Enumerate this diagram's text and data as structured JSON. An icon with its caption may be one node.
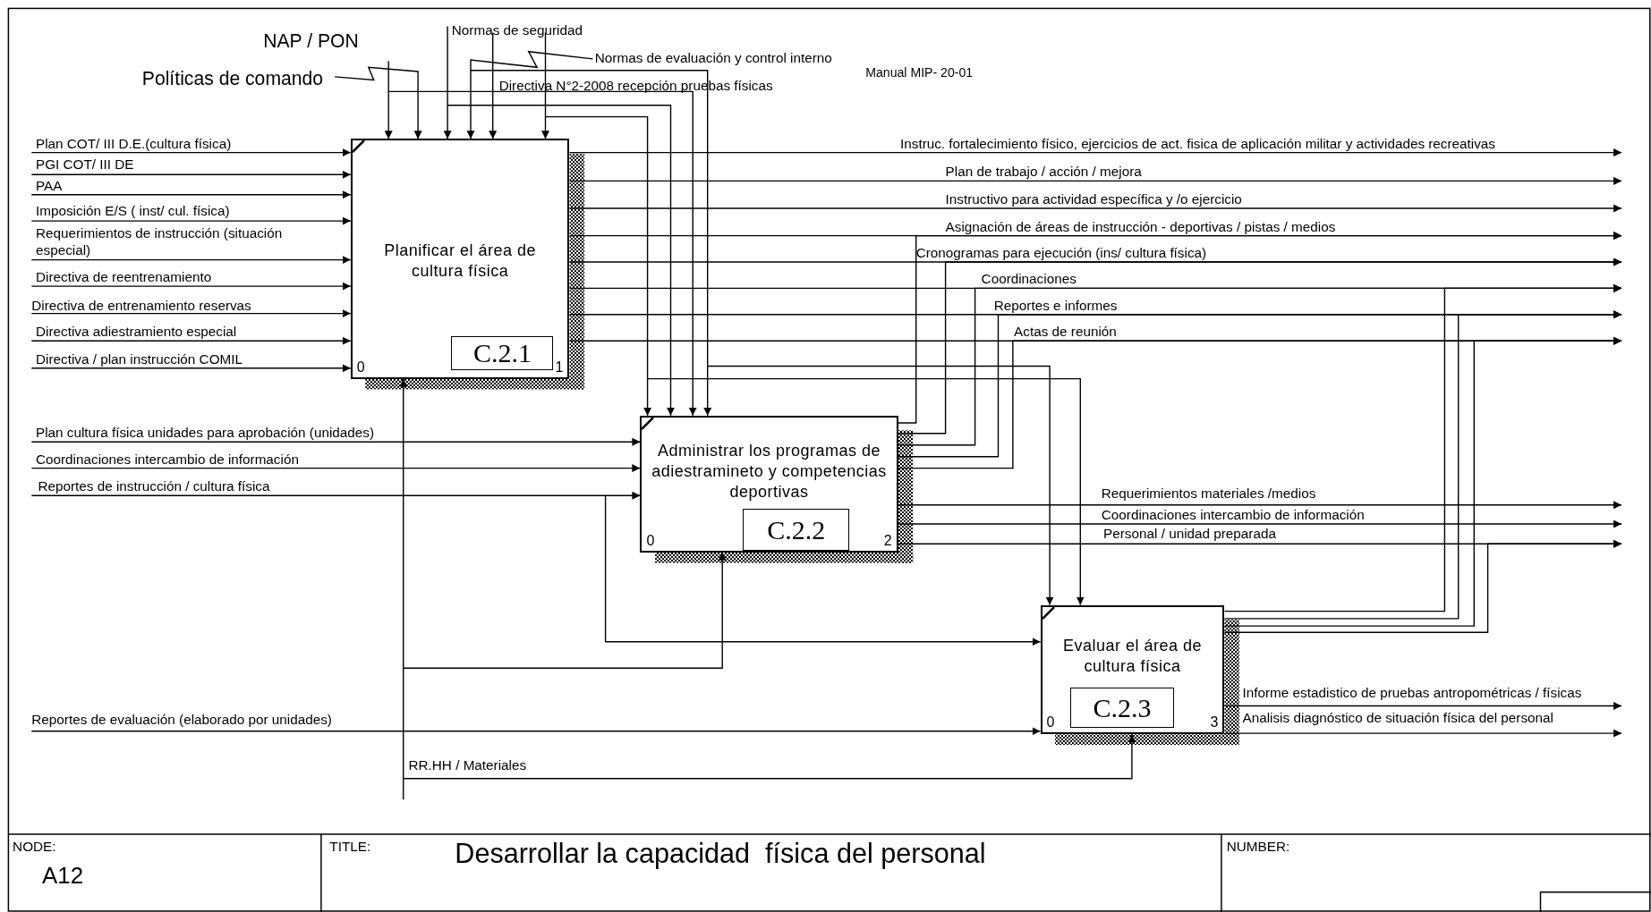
{
  "diagram": {
    "title": "Desarrollar la capacidad  física del personal",
    "nodes": [
      {
        "text": [
          "Planificar el área de cultura física",
          "0",
          "C.2.1",
          "1"
        ]
      },
      {
        "text": [
          "Administrar los programas de adiestramineto y competencias deportivas",
          "0",
          "C.2.2",
          "2"
        ]
      },
      {
        "text": [
          "Evaluar el área de cultura física",
          "0",
          "C.2.3",
          "3"
        ]
      }
    ],
    "edges": [
      {
        "from": null,
        "to": 0,
        "arrow": "to",
        "label": "NAP / PON"
      },
      {
        "from": null,
        "to": 0,
        "arrow": "to",
        "label": "Políticas de comando"
      },
      {
        "from": null,
        "to": 0,
        "arrow": "to",
        "label": "Normas de seguridad"
      },
      {
        "from": null,
        "to": 0,
        "arrow": "to",
        "label": "Normas de evaluación y control interno"
      },
      {
        "from": null,
        "to": 0,
        "arrow": "to",
        "label": "Directiva N°2-2008 recepción pruebas físicas"
      },
      {
        "from": null,
        "to": 0,
        "arrow": "to"
      },
      {
        "from": null,
        "to": 0,
        "arrow": "to",
        "label": "Plan COT/ III D.E.(cultura física)"
      },
      {
        "from": null,
        "to": 0,
        "arrow": "to",
        "label": "PGI COT/ III DE"
      },
      {
        "from": null,
        "to": 0,
        "arrow": "to",
        "label": "PAA"
      },
      {
        "from": null,
        "to": 0,
        "arrow": "to",
        "label": "Imposición E/S ( inst/ cul. física)"
      },
      {
        "from": null,
        "to": 0,
        "arrow": "to",
        "label": "Requerimientos de instrucción (situación especial)"
      },
      {
        "from": null,
        "to": 0,
        "arrow": "to",
        "label": "Directiva de reentrenamiento"
      },
      {
        "from": null,
        "to": 0,
        "arrow": "to",
        "label": "Directiva de entrenamiento reservas"
      },
      {
        "from": null,
        "to": 0,
        "arrow": "to",
        "label": "Directiva adiestramiento especial"
      },
      {
        "from": null,
        "to": 0,
        "arrow": "to",
        "label": "Directiva / plan instrucción COMIL"
      },
      {
        "from": null,
        "to": 0,
        "arrow": "to",
        "label": "RR.HH / Materiales"
      },
      {
        "from": 0,
        "to": null,
        "arrow": "to",
        "label": "Instruc. fortalecimiento físico, ejercicios de act. fisica de aplicación militar y actividades recreativas"
      },
      {
        "from": 0,
        "to": null,
        "arrow": "to",
        "label": "Plan de trabajo / acción / mejora"
      },
      {
        "from": 0,
        "to": null,
        "arrow": "to",
        "label": "Instructivo para actividad específica y /o ejercicio"
      },
      {
        "from": 0,
        "to": null,
        "arrow": "to",
        "label": "Asignación de áreas de instrucción - deportivas / pistas / medios"
      },
      {
        "from": 0,
        "to": null,
        "arrow": "to",
        "label": "Cronogramas para ejecución (ins/ cultura física)"
      },
      {
        "from": 0,
        "to": null,
        "arrow": "to",
        "label": "Coordinaciones"
      },
      {
        "from": 0,
        "to": null,
        "arrow": "to",
        "label": "Reportes e informes"
      },
      {
        "from": 0,
        "to": null,
        "arrow": "to",
        "label": "Actas de reunión"
      },
      {
        "from": null,
        "to": 1,
        "arrow": "to"
      },
      {
        "from": null,
        "to": 1,
        "arrow": "to"
      },
      {
        "from": null,
        "to": 1,
        "arrow": "to"
      },
      {
        "from": null,
        "to": 1,
        "arrow": "to"
      },
      {
        "from": null,
        "to": 1,
        "arrow": "to",
        "label": "Plan cultura física unidades para aprobación (unidades)"
      },
      {
        "from": null,
        "to": 1,
        "arrow": "to",
        "label": "Coordinaciones intercambio de información"
      },
      {
        "from": null,
        "to": 1,
        "arrow": "to",
        "label": "Reportes de instrucción / cultura física"
      },
      {
        "from": null,
        "to": 1,
        "arrow": "to"
      },
      {
        "from": 1,
        "to": null,
        "arrow": "to"
      },
      {
        "from": 1,
        "to": null,
        "arrow": "to"
      },
      {
        "from": 1,
        "to": null,
        "arrow": "to"
      },
      {
        "from": 1,
        "to": null,
        "arrow": "to"
      },
      {
        "from": 1,
        "to": null,
        "arrow": "to"
      },
      {
        "from": 1,
        "to": null,
        "arrow": "to",
        "label": "Requerimientos materiales /medios"
      },
      {
        "from": 1,
        "to": null,
        "arrow": "to",
        "label": "Coordinaciones intercambio de información"
      },
      {
        "from": 1,
        "to": null,
        "arrow": "to",
        "label": "Personal / unidad preparada"
      },
      {
        "from": null,
        "to": 2,
        "arrow": "to"
      },
      {
        "from": null,
        "to": 2,
        "arrow": "to"
      },
      {
        "from": null,
        "to": 2,
        "arrow": "to"
      },
      {
        "from": null,
        "to": 2,
        "arrow": "to",
        "label": "Reportes de evaluación (elaborado por unidades)"
      },
      {
        "from": null,
        "to": 2,
        "arrow": "to"
      },
      {
        "from": 2,
        "to": null,
        "arrow": "to"
      },
      {
        "from": 2,
        "to": null,
        "arrow": "to"
      },
      {
        "from": 2,
        "to": null,
        "arrow": "to"
      },
      {
        "from": 2,
        "to": null,
        "arrow": "to"
      },
      {
        "from": 2,
        "to": null,
        "arrow": "to",
        "label": "Informe estadistico de pruebas antropométricas / físicas"
      },
      {
        "from": 2,
        "to": null,
        "arrow": "to",
        "label": "Analisis diagnóstico de situación física del personal"
      }
    ],
    "labels": [
      "Manual MIP- 20-01",
      "NODE:",
      "A12",
      "TITLE:",
      "NUMBER:"
    ]
  }
}
